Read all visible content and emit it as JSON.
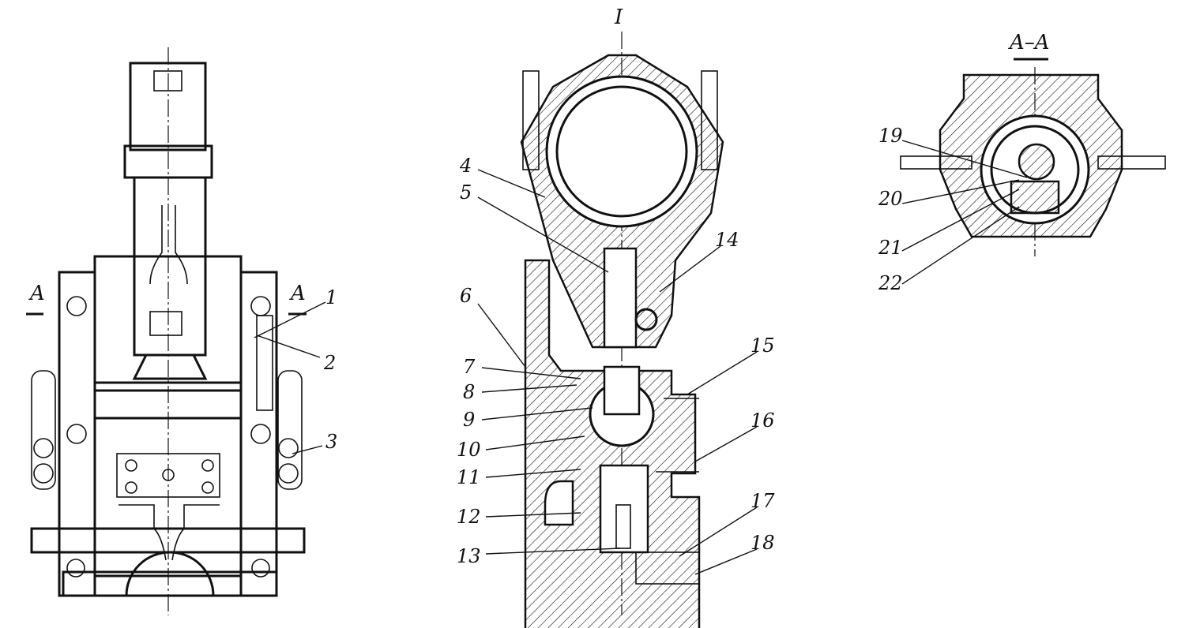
{
  "title": "I",
  "section_title": "A–A",
  "section_marks": [
    "A",
    "A"
  ],
  "callouts": [
    "1",
    "2",
    "3",
    "4",
    "5",
    "6",
    "7",
    "8",
    "9",
    "10",
    "11",
    "12",
    "13",
    "14",
    "15",
    "16",
    "17",
    "18",
    "19",
    "20",
    "21",
    "22"
  ]
}
